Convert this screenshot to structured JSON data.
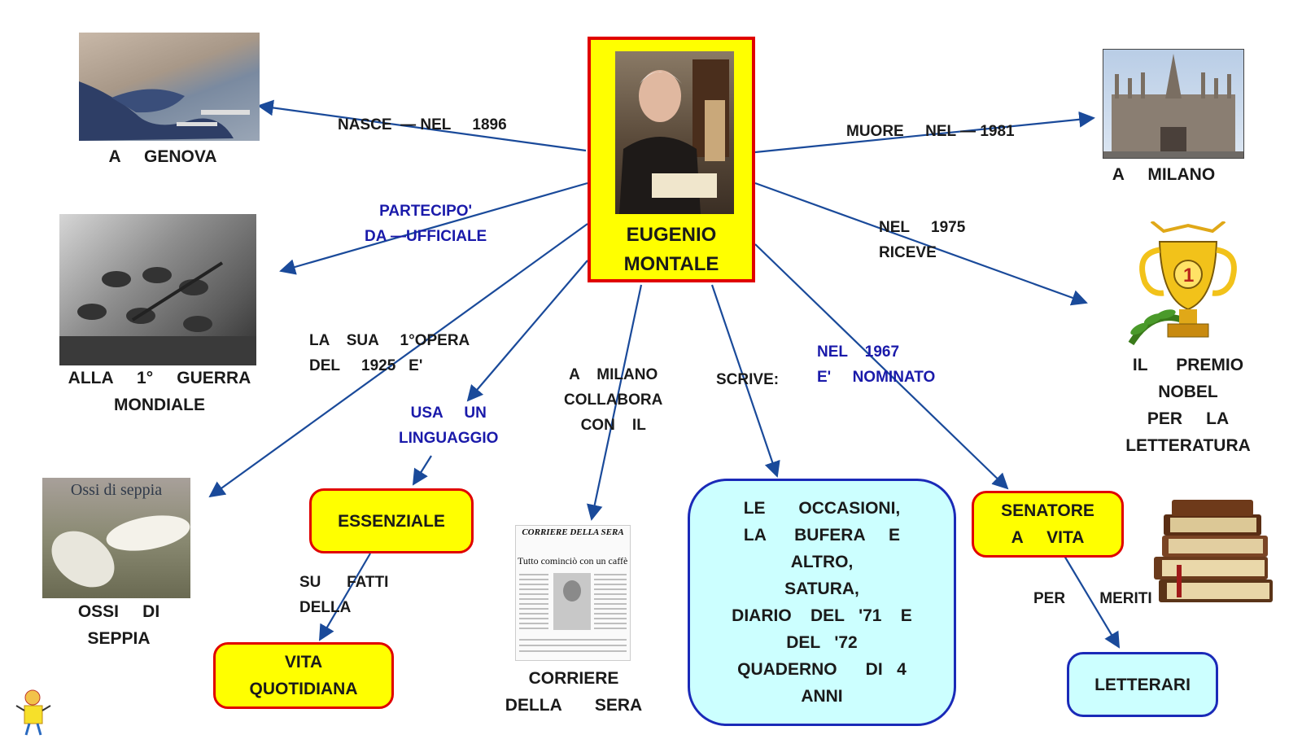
{
  "center": {
    "label": "EUGENIO\nMONTALE"
  },
  "links": {
    "born": "NASCE  — NEL     1896",
    "died": "MUORE     NEL — 1981",
    "war": "PARTECIPO'\nDA —UFFICIALE",
    "nobel": "NEL     1975\nRICEVE",
    "first_work": "LA    SUA     1°OPERA\nDEL     1925   E'",
    "language": "USA     UN\nLINGUAGGIO",
    "collab": "A    MILANO\nCOLLABORA\nCON    IL",
    "writes": "SCRIVE:",
    "senator": "NEL    1967\nE'     NOMINATO",
    "facts": "SU      FATTI\nDELLA",
    "merits": "PER        MERITI"
  },
  "captions": {
    "genova": "A     GENOVA",
    "milano": "A     MILANO",
    "war": "ALLA     1°     GUERRA\nMONDIALE",
    "nobel": "IL      PREMIO\nNOBEL\nPER     LA\nLETTERATURA",
    "ossi": "OSSI     DI\nSEPPIA",
    "corriere": "CORRIERE\nDELLA       SERA"
  },
  "boxes": {
    "essenziale": "ESSENZIALE",
    "vita": "VITA\nQUOTIDIANA",
    "works": "LE       OCCASIONI,\nLA      BUFERA     E\nALTRO,\nSATURA,\nDIARIO    DEL   '71    E\nDEL   '72\nQUADERNO      DI   4\nANNI",
    "senatore": "SENATORE\nA     VITA",
    "letterari": "LETTERARI"
  },
  "images": {
    "ossi_text": "Ossi di seppia",
    "newspaper_masthead": "CORRIERE DELLA SERA",
    "newspaper_headline": "Tutto cominciò con un caffè"
  },
  "colors": {
    "yellow": "#ffff00",
    "red_border": "#e00000",
    "cyan": "#ccffff",
    "blue_border": "#1a2ab8",
    "arrow": "#1a4a9a",
    "blue_text": "#1a1aaa"
  }
}
